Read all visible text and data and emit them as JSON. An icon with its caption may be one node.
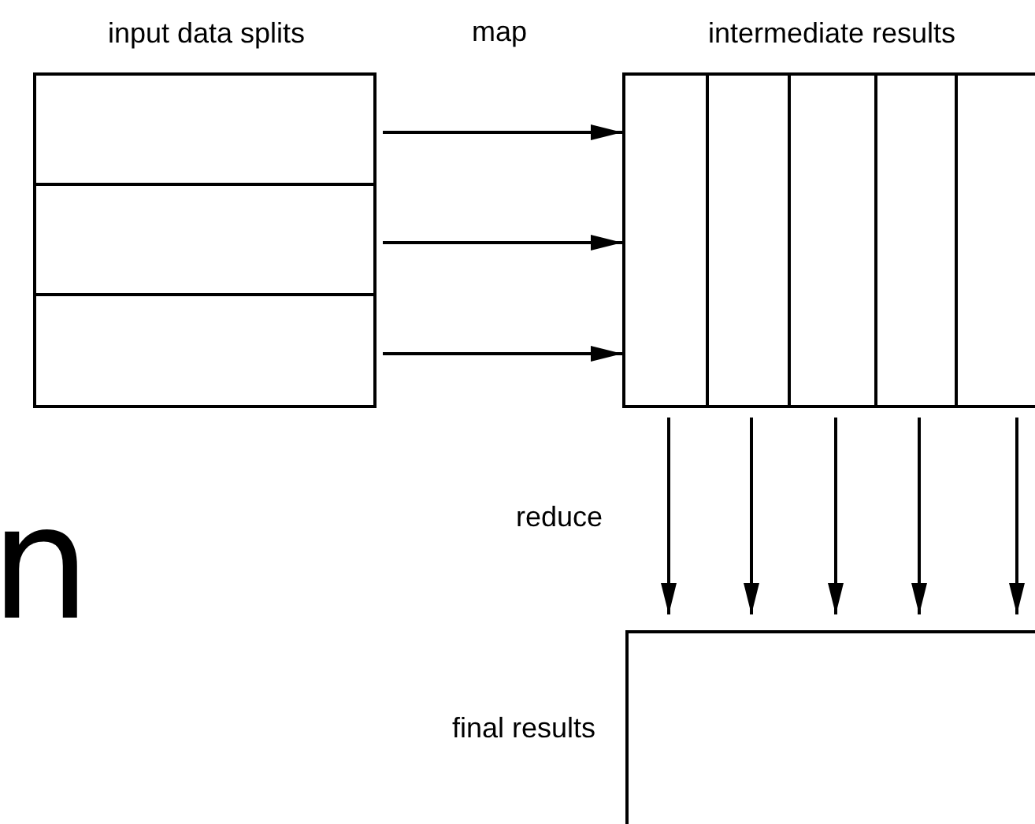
{
  "diagram": {
    "nodes": [
      {
        "text": [
          "input data splits"
        ]
      },
      {
        "text": [],
        "shape": "box",
        "in": 0
      },
      {
        "text": [],
        "shape": "box",
        "in": 0
      },
      {
        "text": [],
        "shape": "box",
        "in": 0
      },
      {
        "text": [
          "intermediate results"
        ]
      },
      {
        "text": [],
        "shape": "box",
        "in": 4
      },
      {
        "text": [],
        "shape": "box",
        "in": 4
      },
      {
        "text": [],
        "shape": "box",
        "in": 4
      },
      {
        "text": [],
        "shape": "box",
        "in": 4
      },
      {
        "text": [],
        "shape": "box",
        "in": 4
      },
      {
        "text": [],
        "shape": "box",
        "beside": [
          "final results"
        ]
      }
    ],
    "edges": [
      {
        "from": 1,
        "to": 4,
        "arrow": "to"
      },
      {
        "from": 2,
        "to": 4,
        "arrow": "to"
      },
      {
        "from": 3,
        "to": 4,
        "arrow": "to"
      },
      {
        "from": 5,
        "to": 10,
        "arrow": "to"
      },
      {
        "from": 6,
        "to": 10,
        "arrow": "to"
      },
      {
        "from": 7,
        "to": 10,
        "arrow": "to"
      },
      {
        "from": 8,
        "to": 10,
        "arrow": "to"
      },
      {
        "from": 9,
        "to": 10,
        "arrow": "to"
      }
    ],
    "labels": [
      "map",
      "reduce",
      "n"
    ]
  }
}
